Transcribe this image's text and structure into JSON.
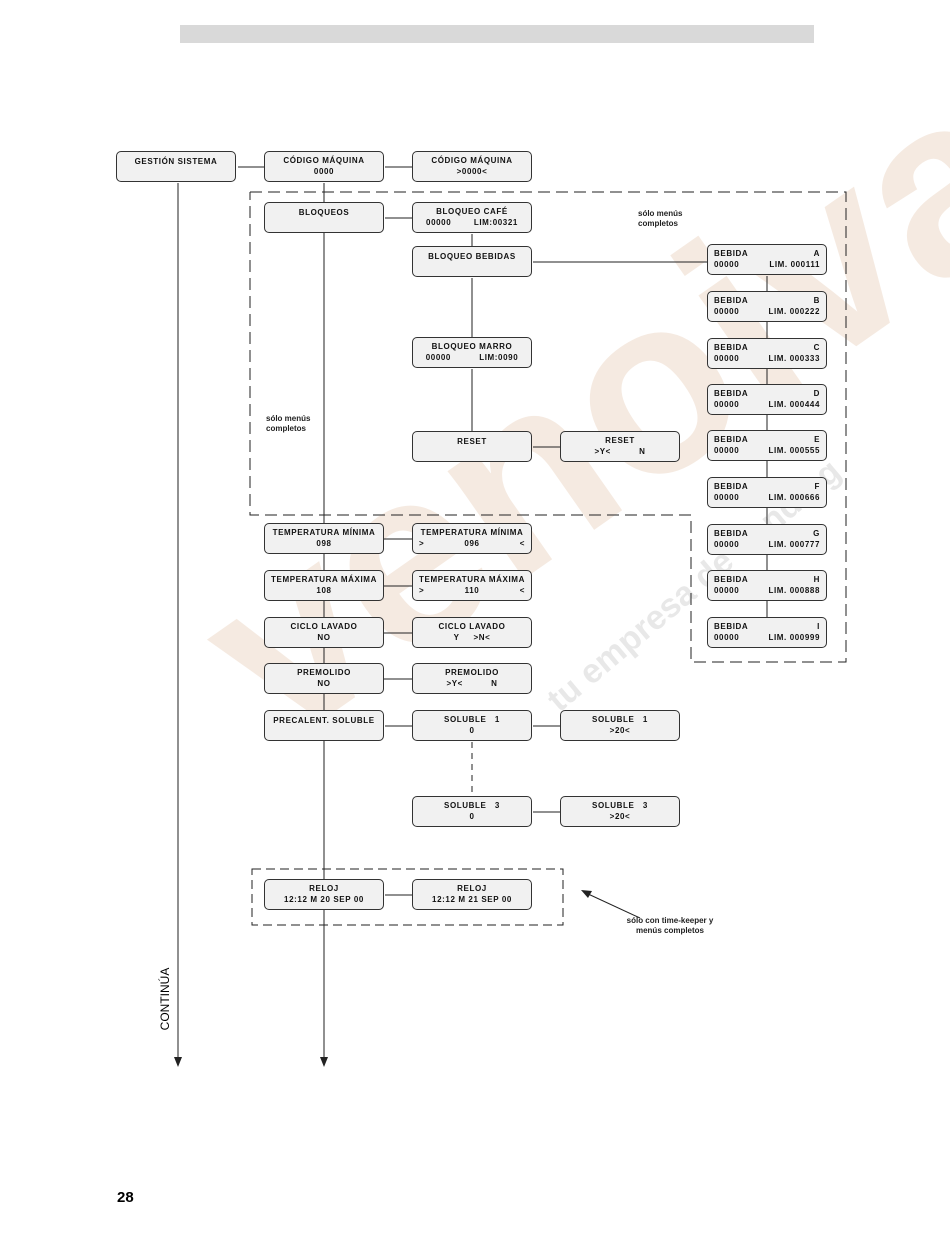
{
  "watermark": {
    "brand": "venoival",
    "tagline": "tu empresa de vending"
  },
  "boxes": {
    "gestion": [
      [
        "GESTIÓN SISTEMA"
      ]
    ],
    "codigo": [
      [
        "CÓDIGO MÁQUINA"
      ],
      [
        "0000"
      ]
    ],
    "codigo_edit": [
      [
        "CÓDIGO MÁQUINA"
      ],
      [
        ">0000<"
      ]
    ],
    "bloqueos": [
      [
        "BLOQUEOS"
      ]
    ],
    "bloqueo_cafe": [
      [
        "BLOQUEO CAFÉ"
      ],
      [
        "00000        LIM:00321"
      ]
    ],
    "bloqueo_bebidas": [
      [
        "BLOQUEO BEBIDAS"
      ]
    ],
    "bloqueo_marro": [
      [
        "BLOQUEO MARRO"
      ],
      [
        "00000          LIM:0090"
      ]
    ],
    "reset": [
      [
        "RESET"
      ]
    ],
    "reset_edit": [
      [
        "RESET"
      ],
      [
        ">Y<          N"
      ]
    ],
    "bebida_a": [
      [
        "BEBIDA",
        "A"
      ],
      [
        "00000",
        "LIM. 000111"
      ]
    ],
    "bebida_b": [
      [
        "BEBIDA",
        "B"
      ],
      [
        "00000",
        "LIM. 000222"
      ]
    ],
    "bebida_c": [
      [
        "BEBIDA",
        "C"
      ],
      [
        "00000",
        "LIM. 000333"
      ]
    ],
    "bebida_d": [
      [
        "BEBIDA",
        "D"
      ],
      [
        "00000",
        "LIM. 000444"
      ]
    ],
    "bebida_e": [
      [
        "BEBIDA",
        "E"
      ],
      [
        "00000",
        "LIM. 000555"
      ]
    ],
    "bebida_f": [
      [
        "BEBIDA",
        "F"
      ],
      [
        "00000",
        "LIM. 000666"
      ]
    ],
    "bebida_g": [
      [
        "BEBIDA",
        "G"
      ],
      [
        "00000",
        "LIM. 000777"
      ]
    ],
    "bebida_h": [
      [
        "BEBIDA",
        "H"
      ],
      [
        "00000",
        "LIM. 000888"
      ]
    ],
    "bebida_i": [
      [
        "BEBIDA",
        "I"
      ],
      [
        "00000",
        "LIM. 000999"
      ]
    ],
    "temp_min": [
      [
        "TEMPERATURA MÍNIMA"
      ],
      [
        "098"
      ]
    ],
    "temp_min_edit": [
      [
        "TEMPERATURA MÍNIMA"
      ],
      [
        ">",
        "096",
        "<"
      ]
    ],
    "temp_max": [
      [
        "TEMPERATURA MÁXIMA"
      ],
      [
        "108"
      ]
    ],
    "temp_max_edit": [
      [
        "TEMPERATURA MÁXIMA"
      ],
      [
        ">",
        "110",
        "<"
      ]
    ],
    "ciclo": [
      [
        "CICLO LAVADO"
      ],
      [
        "NO"
      ]
    ],
    "ciclo_edit": [
      [
        "CICLO LAVADO"
      ],
      [
        "Y     >N<"
      ]
    ],
    "premolido": [
      [
        "PREMOLIDO"
      ],
      [
        "NO"
      ]
    ],
    "premolido_edit": [
      [
        "PREMOLIDO"
      ],
      [
        ">Y<          N"
      ]
    ],
    "precalent": [
      [
        "PRECALENT. SOLUBLE"
      ]
    ],
    "soluble1": [
      [
        "SOLUBLE   1"
      ],
      [
        "0"
      ]
    ],
    "soluble1_edit": [
      [
        "SOLUBLE   1"
      ],
      [
        ">20<"
      ]
    ],
    "soluble3": [
      [
        "SOLUBLE   3"
      ],
      [
        "0"
      ]
    ],
    "soluble3_edit": [
      [
        "SOLUBLE   3"
      ],
      [
        ">20<"
      ]
    ],
    "reloj": [
      [
        "RELOJ"
      ],
      [
        "12:12 M 20 SEP 00"
      ]
    ],
    "reloj_edit": [
      [
        "RELOJ"
      ],
      [
        "12:12 M 21 SEP 00"
      ]
    ]
  },
  "notes": {
    "solo_menus_1": "sólo menús\ncompletos",
    "solo_menus_2": "sólo menús\ncompletos",
    "time_keeper": "sólo con time-keeper y\nmenús completos"
  },
  "continua": "CONTINÚA",
  "page_number": "28"
}
